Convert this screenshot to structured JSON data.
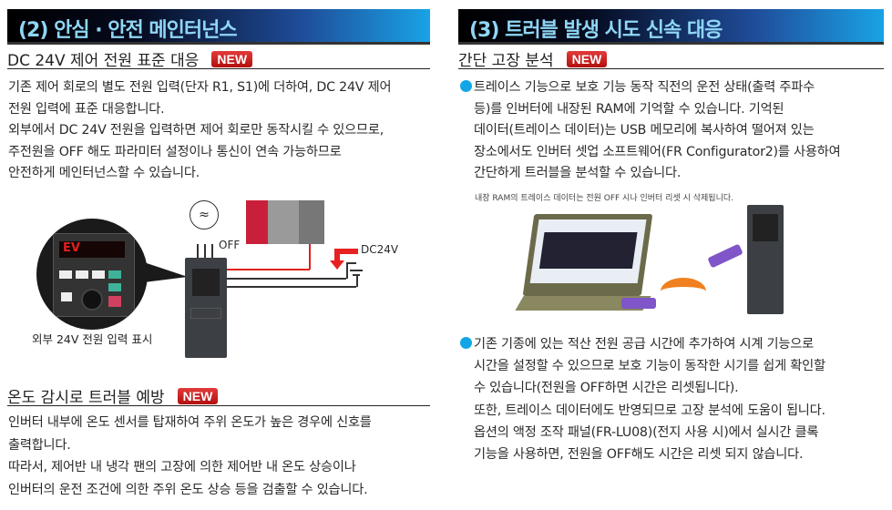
{
  "left": {
    "header": "(2) 안심 · 안전 메인터넌스",
    "section1": {
      "title": "DC 24V 제어 전원 표준 대응",
      "badge": "NEW",
      "lines": [
        "기존 제어 회로의 별도 전원 입력(단자 R1, S1)에 더하여, DC 24V 제어",
        "전원 입력에 표준 대응합니다.",
        "외부에서 DC 24V 전원을 입력하면 제어 회로만 동작시킬 수 있으므로,",
        "주전원을 OFF 해도 파라미터 설정이나 통신이 연속 가능하므로",
        "안전하게 메인터넌스할 수 있습니다."
      ]
    },
    "figure": {
      "off_label": "OFF",
      "dc_label": "DC24V",
      "caption": "외부 24V 전원 입력 표시",
      "display_text": "EV"
    },
    "section2": {
      "title": "온도 감시로 트러블 예방",
      "badge": "NEW",
      "lines": [
        "인버터 내부에 온도 센서를 탑재하여 주위 온도가 높은 경우에 신호를",
        "출력합니다.",
        "따라서, 제어반 내 냉각 팬의 고장에 의한 제어반 내 온도 상승이나",
        "인버터의 운전 조건에 의한 주위 온도 상승 등을 검출할 수 있습니다."
      ]
    }
  },
  "right": {
    "header": "(3) 트러블 발생 시도 신속 대응",
    "section": {
      "title": "간단 고장 분석",
      "badge": "NEW",
      "bullet1": [
        "트레이스 기능으로 보호 기능 동작 직전의 운전 상태(출력 주파수",
        "등)를 인버터에 내장된 RAM에 기억할 수 있습니다. 기억된",
        "데이터(트레이스 데이터)는 USB 메모리에 복사하여 떨어져 있는",
        "장소에서도 인버터 셋업 소프트웨어(FR Configurator2)를 사용하여",
        "간단하게 트러블을 분석할 수 있습니다."
      ],
      "note": "내장 RAM의 트레이스 데이터는 전원 OFF 시나 인버터 리셋 시 삭제됩니다.",
      "bullet2": [
        "기존 기종에 있는 적산 전원 공급 시간에 추가하여 시계 기능으로",
        "시간을 설정할 수 있으므로 보호 기능이 동작한 시기를 쉽게 확인할",
        "수 있습니다(전원을 OFF하면 시간은 리셋됩니다).",
        "또한, 트레이스 데이터에도 반영되므로 고장 분석에 도움이 됩니다.",
        "옵션의 액정 조작 패널(FR-LU08)(전지 사용 시)에서 실시간 클록",
        "기능을 사용하면, 전원을 OFF해도 시간은 리셋 되지 않습니다."
      ]
    }
  },
  "colors": {
    "accent": "#12a6e6",
    "badge": "#c81818",
    "wire": "#e02020"
  }
}
